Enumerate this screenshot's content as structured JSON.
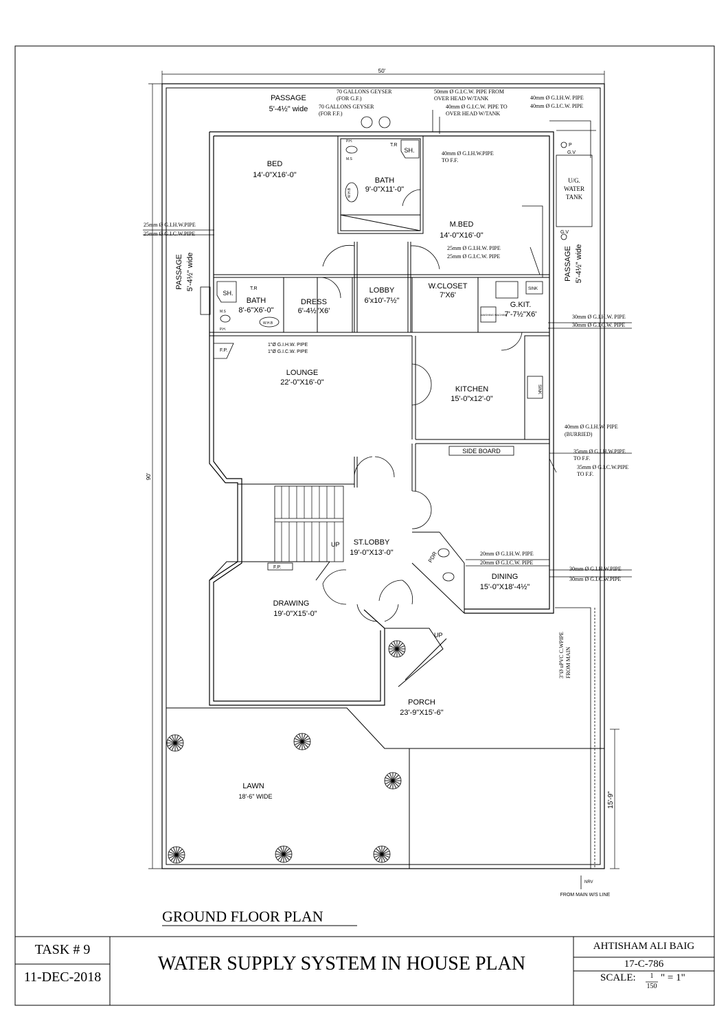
{
  "rooms": {
    "passage_top": {
      "name": "PASSAGE",
      "size": "5'-4½\" wide"
    },
    "bed": {
      "name": "BED",
      "size": "14'-0\"X16'-0\""
    },
    "bath_top": {
      "name": "BATH",
      "size": "9'-0\"X11'-0\""
    },
    "sh_top": "SH.",
    "mbed": {
      "name": "M.BED",
      "size": "14'-0\"X16'-0\""
    },
    "passage_left": {
      "name": "PASSAGE",
      "size": "5'-4½\" wide"
    },
    "passage_right": {
      "name": "PASSAGE",
      "size": "5'-4½\" wide"
    },
    "bath_left": {
      "name": "BATH",
      "size": "8'-6\"X6'-0\""
    },
    "sh_left": "SH.",
    "dress": {
      "name": "DRESS",
      "size": "6'-4½\"X6'"
    },
    "lobby": {
      "name": "LOBBY",
      "size": "6'x10'-7½\""
    },
    "wcloset": {
      "name": "W.CLOSET",
      "size": "7'X6'"
    },
    "gkit": {
      "name": "G.KIT.",
      "size": "7'-7½\"X6'"
    },
    "lounge": {
      "name": "LOUNGE",
      "size": "22'-0\"X16'-0\""
    },
    "kitchen": {
      "name": "KITCHEN",
      "size": "15'-0\"x12'-0\""
    },
    "side_board": "SIDE BOARD",
    "st_lobby": {
      "name": "ST.LOBBY",
      "size": "19'-0\"X13'-0\""
    },
    "dining": {
      "name": "DINING",
      "size": "15'-0\"X18'-4½\""
    },
    "drawing": {
      "name": "DRAWING",
      "size": "19'-0\"X15'-0\""
    },
    "porch": {
      "name": "PORCH",
      "size": "23'-9\"X15'-6\""
    },
    "lawn": {
      "name": "LAWN",
      "size": "18'-6\" WIDE"
    },
    "tank": {
      "line1": "U/G.",
      "line2": "WATER",
      "line3": "TANK"
    }
  },
  "fixtures": {
    "tr": "T.R",
    "ph": "P.H.",
    "ms": "M.S",
    "whb": "W.H.B",
    "fp": "F.P.",
    "sink": "SINK",
    "washing_machine": "WASHING MACHINE",
    "up": "UP",
    "gv": "G.V",
    "p": "P",
    "nrv": "NRV",
    "pdr": "PDR"
  },
  "pipe_notes": {
    "geyser_gf": "70 GALLONS GEYSER",
    "geyser_gf_sub": "(FOR G.F.)",
    "geyser_ff": "70 GALLONS GEYSER",
    "geyser_ff_sub": "(FOR F.F.)",
    "gicw_from_tank_1": "50mm Ø G.I.C.W. PIPE FROM",
    "gicw_from_tank_2": "OVER HEAD W/TANK",
    "gicw_to_tank_1": "40mm Ø G.I.C.W. PIPE TO",
    "gicw_to_tank_2": "OVER HEAD W/TANK",
    "tr_gihw_40": "40mm Ø G.I.H.W. PIPE",
    "tr_gicw_40": "40mm Ø G.I.C.W. PIPE",
    "gihw_ff_1": "40mm Ø G.I.H.W.PIPE",
    "gihw_ff_2": "TO F.F.",
    "left_gihw_25": "25mm Ø G.I.H.W.PIPE",
    "left_gicw_25": "25mm Ø G.I.C.W.PIPE",
    "mid_gihw_25": "25mm Ø G.I.H.W. PIPE",
    "mid_gicw_25": "25mm Ø G.I.C.W. PIPE",
    "r_gihw_30": "30mm Ø G.I.H.W. PIPE",
    "r_gicw_30": "30mm Ø G.I.C.W. PIPE",
    "one_gihw": "1\"Ø G.I.H.W. PIPE",
    "one_gicw": "1\"Ø G.I.C.W. PIPE",
    "gihw_40_burried_1": "40mm Ø G.I.H.W. PIPE",
    "gihw_40_burried_2": "(BURRIED)",
    "gihw_35_1": "35mm Ø G.I.H.W.PIPE",
    "gihw_35_2": "TO F.F.",
    "gicw_35_1": "35mm Ø G.I.C.W.PIPE",
    "gicw_35_2": "TO F.F.",
    "din_gihw_20": "20mm Ø G.I.H.W. PIPE",
    "din_gicw_20": "20mm Ø G.I.C.W. PIPE",
    "din_gihw_30": "30mm Ø G.I.H.W.PIPE",
    "din_gicw_30": "30mm Ø G.I.C.W.PIPE",
    "upvc_1": "3\"Ø uPVC C.WPIPE",
    "upvc_2": "FROM MAIN",
    "from_main": "FROM MAIN W/S LINE"
  },
  "dimensions": {
    "width": "50'",
    "depth": "90'",
    "lawn_depth": "15'-9\""
  },
  "plan_title": "GROUND FLOOR PLAN",
  "title_block": {
    "task": "TASK # 9",
    "date": "11-DEC-2018",
    "title": "WATER SUPPLY SYSTEM IN HOUSE PLAN",
    "author": "AHTISHAM ALI BAIG",
    "id": "17-C-786",
    "scale_label": "SCALE:",
    "scale_num": "1",
    "scale_den": "150",
    "scale_rest": "\" = 1\""
  }
}
